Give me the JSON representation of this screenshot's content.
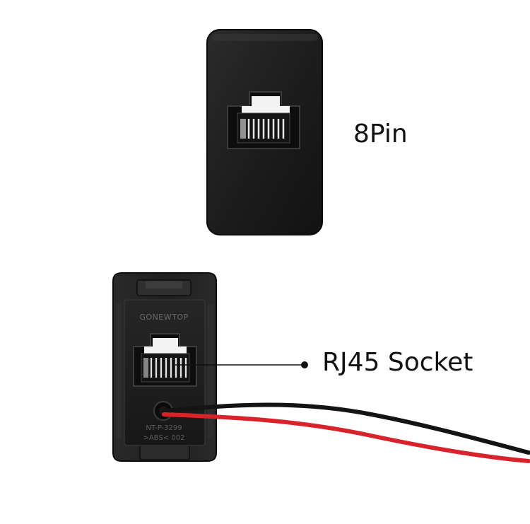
{
  "labels": {
    "top_switch": "8Pin",
    "bottom_socket": "RJ45 Socket"
  },
  "molded_text": {
    "brand": "GONEWTOP",
    "part_number": "NT-P-3299",
    "material": ">ABS< 002"
  },
  "colors": {
    "background": "#ffffff",
    "housing": "#1b1b1b",
    "housing_edge": "#0a0a0a",
    "port_interior": "#0d0d0d",
    "latch_white": "#f4f4f4",
    "wire_red": "#d8232a",
    "wire_black": "#141414",
    "callout": "#111111"
  }
}
